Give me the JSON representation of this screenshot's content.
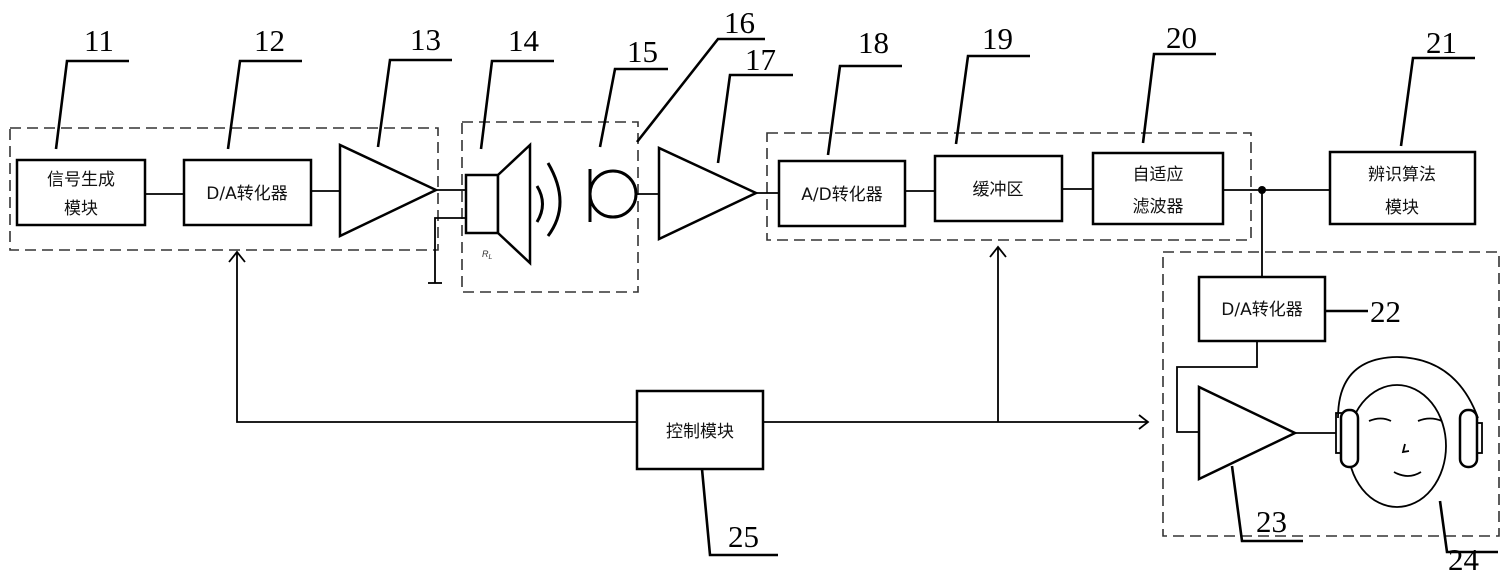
{
  "diagram": {
    "type": "block-diagram",
    "blocks": [
      {
        "id": "11",
        "label_line1": "信号生成",
        "label_line2": "模块"
      },
      {
        "id": "12",
        "label": "D/A转化器"
      },
      {
        "id": "13",
        "label": "",
        "kind": "amplifier"
      },
      {
        "id": "14",
        "label": "",
        "kind": "speaker",
        "sublabel": "R",
        "sublabel_sub": "L"
      },
      {
        "id": "15",
        "label": "",
        "kind": "microphone"
      },
      {
        "id": "16",
        "label": "",
        "kind": "enclosure"
      },
      {
        "id": "17",
        "label": "",
        "kind": "amplifier"
      },
      {
        "id": "18",
        "label": "A/D转化器"
      },
      {
        "id": "19",
        "label": "缓冲区"
      },
      {
        "id": "20",
        "label_line1": "自适应",
        "label_line2": "滤波器"
      },
      {
        "id": "21",
        "label_line1": "辨识算法",
        "label_line2": "模块"
      },
      {
        "id": "22",
        "label": "D/A转化器"
      },
      {
        "id": "23",
        "label": "",
        "kind": "amplifier"
      },
      {
        "id": "24",
        "label": "",
        "kind": "listener-with-headphones"
      },
      {
        "id": "25",
        "label": "控制模块"
      }
    ],
    "ref_numbers": {
      "n11": "11",
      "n12": "12",
      "n13": "13",
      "n14": "14",
      "n15": "15",
      "n16": "16",
      "n17": "17",
      "n18": "18",
      "n19": "19",
      "n20": "20",
      "n21": "21",
      "n22": "22",
      "n23": "23",
      "n24": "24",
      "n25": "25"
    },
    "connections": [
      [
        "11",
        "12"
      ],
      [
        "12",
        "13"
      ],
      [
        "13",
        "14"
      ],
      [
        "15",
        "17"
      ],
      [
        "17",
        "18"
      ],
      [
        "18",
        "19"
      ],
      [
        "19",
        "20"
      ],
      [
        "20",
        "21"
      ],
      [
        "20",
        "22"
      ],
      [
        "22",
        "23"
      ],
      [
        "23",
        "24"
      ],
      [
        "25",
        "group-11-13"
      ],
      [
        "25",
        "group-18-20"
      ],
      [
        "25",
        "group-22-24"
      ]
    ]
  }
}
